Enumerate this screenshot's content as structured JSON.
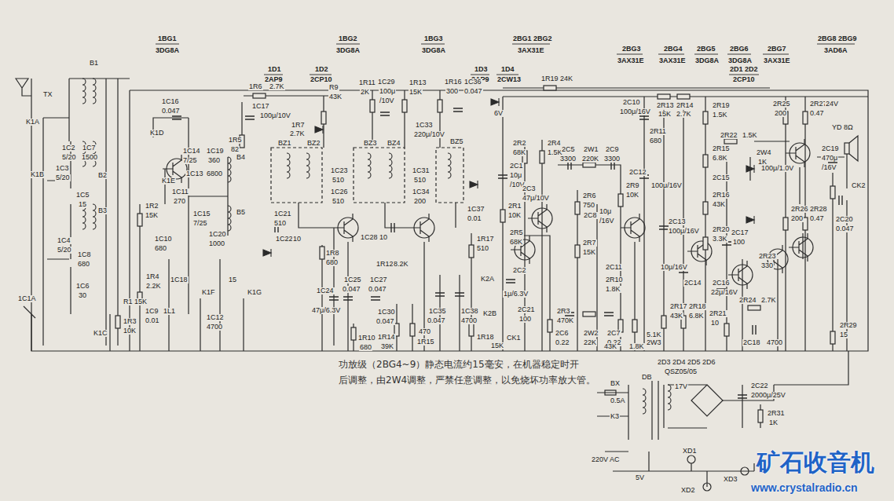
{
  "diagram": {
    "labels": [
      "1BG1",
      "3DG8A",
      "1BG2",
      "3DG8A",
      "1BG3",
      "3DG8A",
      "2BG1 2BG2",
      "3AX31E",
      "2BG3",
      "3AX31E",
      "2BG4",
      "3AX31E",
      "2BG5",
      "3DG8A",
      "2BG6",
      "3DG8A",
      "2BG7",
      "3AX31E",
      "2BG8 2BG9",
      "3AD6A",
      "1D1",
      "2AP9",
      "1D2",
      "2CP10",
      "1D3",
      "2AP9",
      "1D4",
      "2CW13",
      "2D1 2D2",
      "2CP10",
      "TX",
      "B1",
      "K1A",
      "1C2",
      "5/20",
      "1C7",
      "1500",
      "B2",
      "K1B",
      "1C3",
      "5/20",
      "1C5",
      "15",
      "B3",
      "1C4",
      "5/20",
      "1C8",
      "680",
      "1C6",
      "30",
      "1C1A",
      "K1C",
      "R1 15K",
      "1R3",
      "10K",
      "K1D",
      "1R2",
      "15K",
      "1C16",
      "0.047",
      "1R6",
      "2.7K",
      "1C17",
      "100μ/10V",
      "1R5",
      "82",
      "1R7",
      "2.7K",
      "R9",
      "43K",
      "BZ1",
      "BZ2",
      "K1E",
      "1C14",
      "7/25",
      "1C19",
      "360",
      "1C13",
      "6800",
      "B4",
      "1C11",
      "270",
      "1C15",
      "7/25",
      "1C20",
      "1000",
      "B5",
      "1C10",
      "680",
      "1R4",
      "2.2K",
      "1C9",
      "0.01",
      "1L1",
      "1C18",
      "15",
      "K1F",
      "K1G",
      "1C12",
      "4700",
      "1C21",
      "510",
      "1C22",
      "10",
      "1R8",
      "680",
      "1C23",
      "510",
      "1C26",
      "510",
      "1R11",
      "2K",
      "1C29",
      "100μ",
      "/10V",
      "1R13",
      "15K",
      "BZ3",
      "BZ4",
      "1C28",
      "10",
      "1R12",
      "8.2K",
      "1C24",
      "47μ/6.3V",
      "1C25",
      "0.047",
      "1C27",
      "0.047",
      "1R10",
      "680",
      "1C30",
      "0.047",
      "1R14",
      "39K",
      "1R15",
      "470",
      "1R16",
      "300",
      "1C36",
      "0.047",
      "6V",
      "BZ5",
      "1C31",
      "510",
      "1C34",
      "200",
      "1C33",
      "220μ/10V",
      "1C37",
      "0.01",
      "1R17",
      "510",
      "1C35",
      "0.047",
      "1C38",
      "4700",
      "K2A",
      "K2B",
      "1R18",
      "15K",
      "CK1",
      "2C1",
      "10μ",
      "/10V",
      "2R1",
      "10K",
      "2C2",
      "1μ/6.3V",
      "2C21",
      "100",
      "2R3",
      "470K",
      "1R19",
      "24K",
      "2R2",
      "68K",
      "2R4",
      "1.5K",
      "2C3",
      "47μ/10V",
      "2R5",
      "68K",
      "2C5",
      "3300",
      "2W1",
      "220K",
      "2C9",
      "3300",
      "2R6",
      "750",
      "2C8",
      "10μ",
      "/16V",
      "2R7",
      "15K",
      "2R9",
      "10K",
      "2C6",
      "0.22",
      "2W2",
      "22K",
      "2C7",
      "0.22",
      "2C11",
      "2R10",
      "1.8K",
      "43K",
      "1.8K",
      "2C10",
      "100μ/16V",
      "2R11",
      "680",
      "2R13",
      "15K",
      "2R14",
      "2.7K",
      "2C12",
      "100μ/16V",
      "2C13",
      "100μ/16V",
      "2C14",
      "10μ/16V",
      "2R17",
      "43K",
      "2R18",
      "6.8K",
      "2W3",
      "5.1K",
      "2R19",
      "1.5K",
      "2R15",
      "6.8K",
      "2C15",
      "100μ/1.0V",
      "2R16",
      "43K",
      "2R20",
      "3.3K",
      "2C17",
      "100",
      "2R21",
      "10",
      "2R22",
      "1.5K",
      "2C16",
      "22μ/16V",
      "2R24",
      "2.7K",
      "2C18",
      "4700",
      "2R23",
      "330",
      "2R25",
      "200",
      "2R27",
      "0.47",
      "24V",
      "2W4",
      "1K",
      "2C19",
      "470μ",
      "/16V",
      "YD 8Ω",
      "2R26",
      "200",
      "2R28",
      "0.47",
      "CK2",
      "2C20",
      "0.047",
      "2R29",
      "15",
      "2D3 2D4 2D5 2D6",
      "QSZ05/05",
      "DB",
      "17V",
      "2C22",
      "2000μ/25V",
      "2R31",
      "1K",
      "BX",
      "0.5A",
      "K3",
      "220V AC",
      "5V",
      "XD1",
      "XD2",
      "XD3",
      "功放级（2BG4~9）静态电流约15毫安，在机器稳定时开",
      "后调整，由2W4调整，严禁任意调整，以免烧坏功率放大管。",
      "矿石收音机",
      "www.crystalradio.cn"
    ]
  }
}
